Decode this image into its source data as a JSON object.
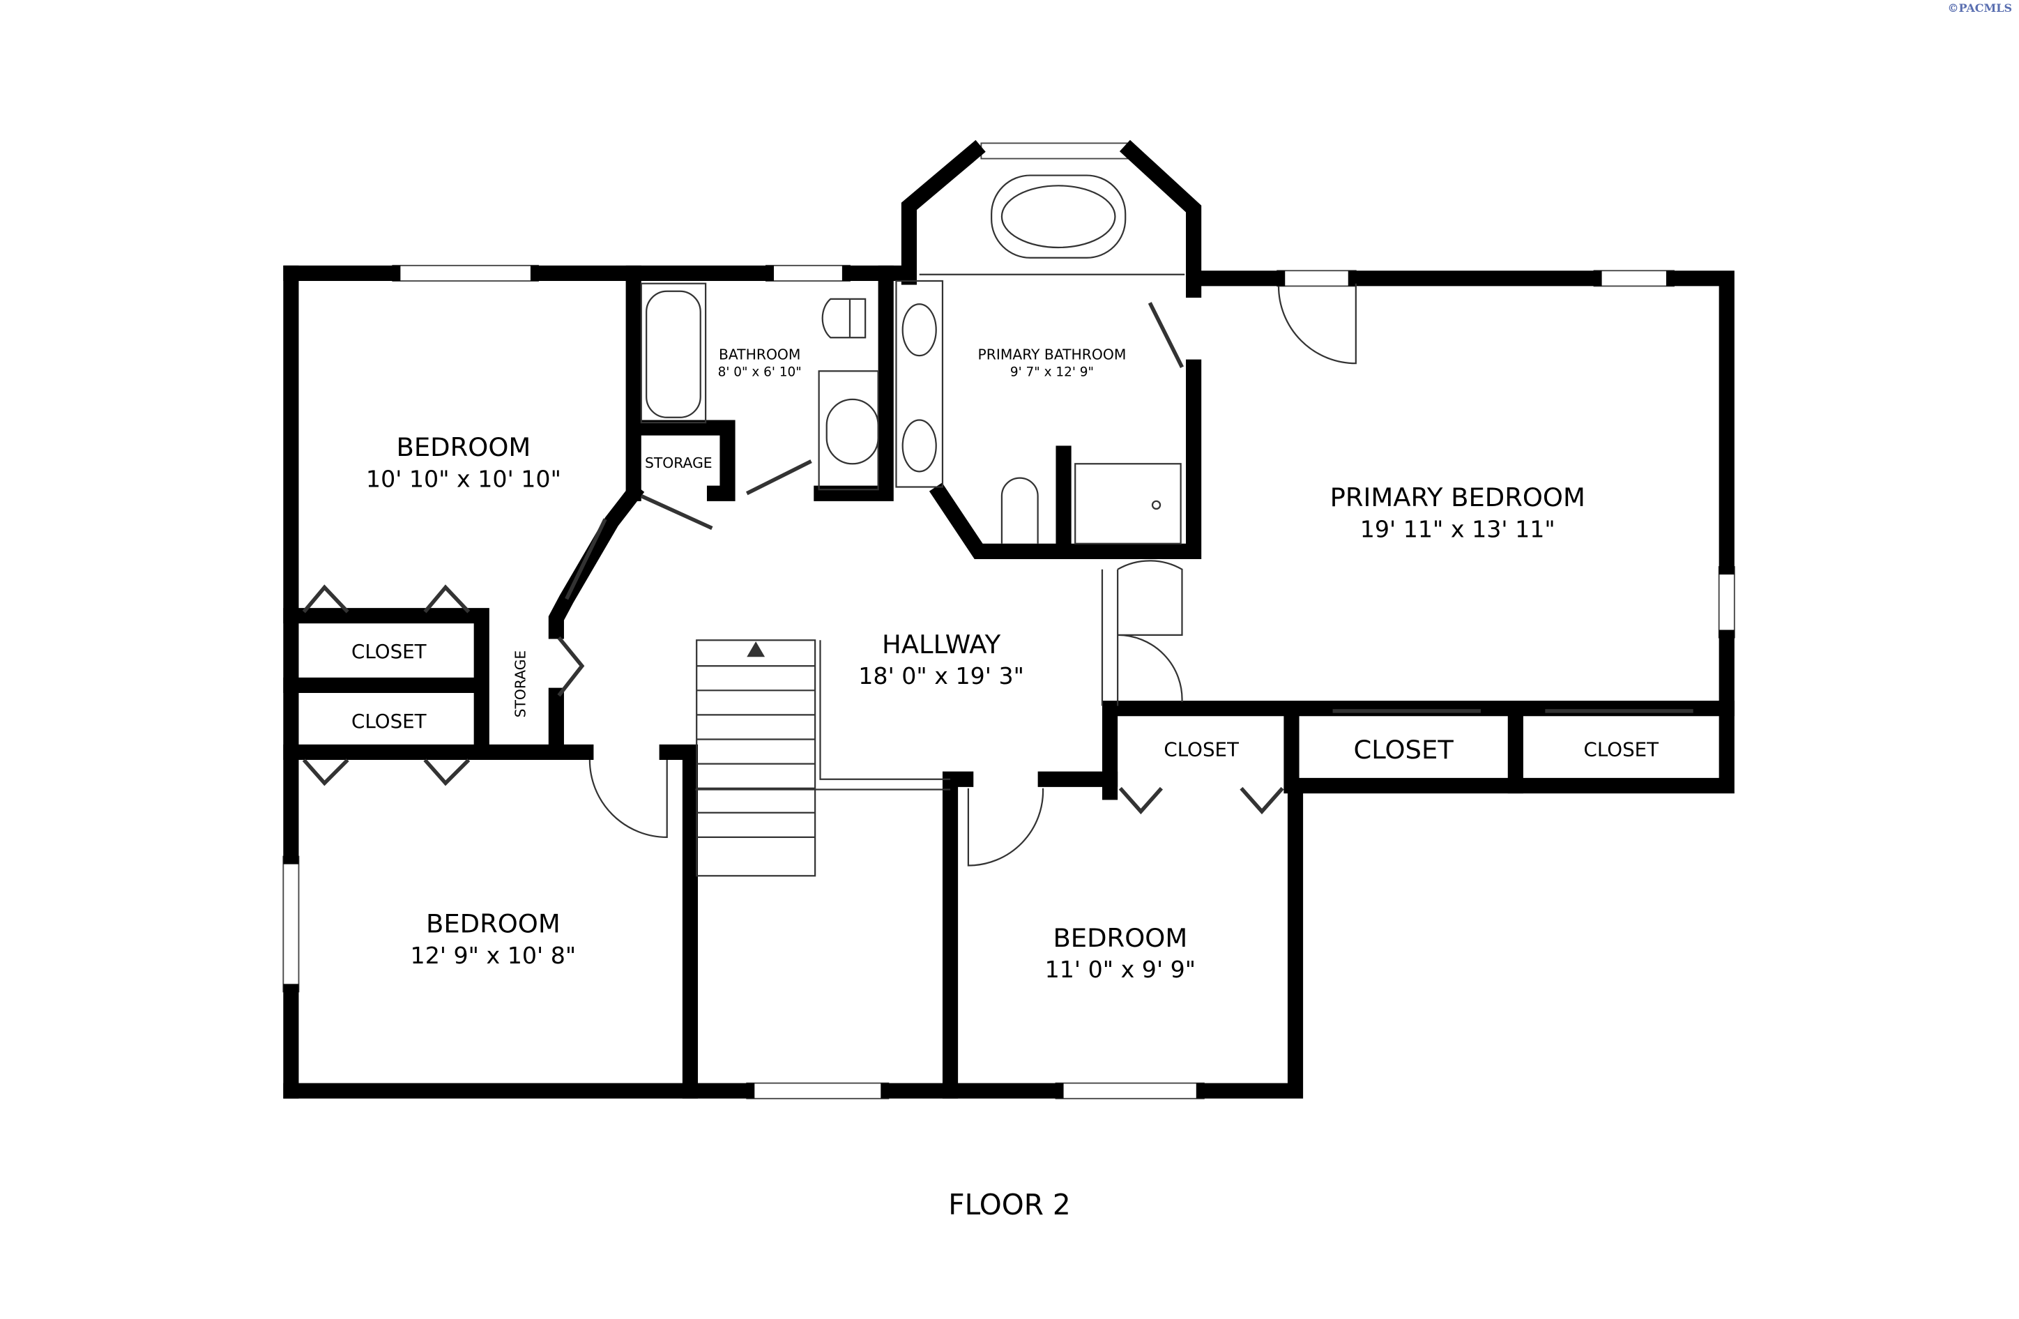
{
  "watermark": "©PACMLS",
  "floor_label": "FLOOR 2",
  "rooms": [
    {
      "name": "BEDROOM",
      "size": "10' 10\" x 10' 10\""
    },
    {
      "name": "BATHROOM",
      "size": "8' 0\" x 6' 10\""
    },
    {
      "name": "PRIMARY BATHROOM",
      "size": "9' 7\" x 12' 9\""
    },
    {
      "name": "PRIMARY BEDROOM",
      "size": "19' 11\" x 13' 11\""
    },
    {
      "name": "HALLWAY",
      "size": "18' 0\" x 19' 3\""
    },
    {
      "name": "BEDROOM",
      "size": "12' 9\" x 10' 8\""
    },
    {
      "name": "BEDROOM",
      "size": "11' 0\" x 9' 9\""
    }
  ],
  "small_rooms": {
    "storage_top": "STORAGE",
    "storage_side": "STORAGE",
    "closet_left_1": "CLOSET",
    "closet_left_2": "CLOSET",
    "closet_1": "CLOSET",
    "closet_2": "CLOSET",
    "closet_3": "CLOSET"
  }
}
